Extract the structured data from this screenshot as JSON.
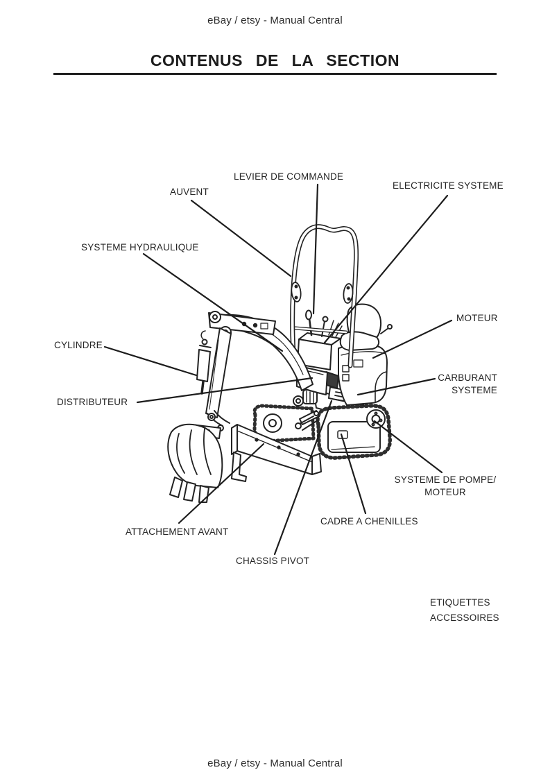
{
  "page": {
    "header": "eBay / etsy - Manual Central",
    "title": "CONTENUS DE LA SECTION",
    "footer": "eBay / etsy - Manual Central"
  },
  "colors": {
    "ink": "#1d1d1d",
    "paper": "#ffffff"
  },
  "diagram": {
    "alt": "Line drawing of a micro excavator, three-quarter front-left view, with callout lines",
    "labels": {
      "levier_de_commande": "LEVIER DE COMMANDE",
      "auvent": "AUVENT",
      "electricite_systeme": "ELECTRICITE SYSTEME",
      "systeme_hydraulique": "SYSTEME HYDRAULIQUE",
      "moteur": "MOTEUR",
      "cylindre": "CYLINDRE",
      "carburant_systeme": "CARBURANT\nSYSTEME",
      "distributeur": "DISTRIBUTEUR",
      "systeme_de_pompe_moteur": "SYSTEME DE POMPE/\nMOTEUR",
      "cadre_a_chenilles": "CADRE A CHENILLES",
      "attachement_avant": "ATTACHEMENT AVANT",
      "chassis_pivot": "CHASSIS PIVOT",
      "etiquettes": "ETIQUETTES",
      "accessoires": "ACCESSOIRES"
    }
  }
}
